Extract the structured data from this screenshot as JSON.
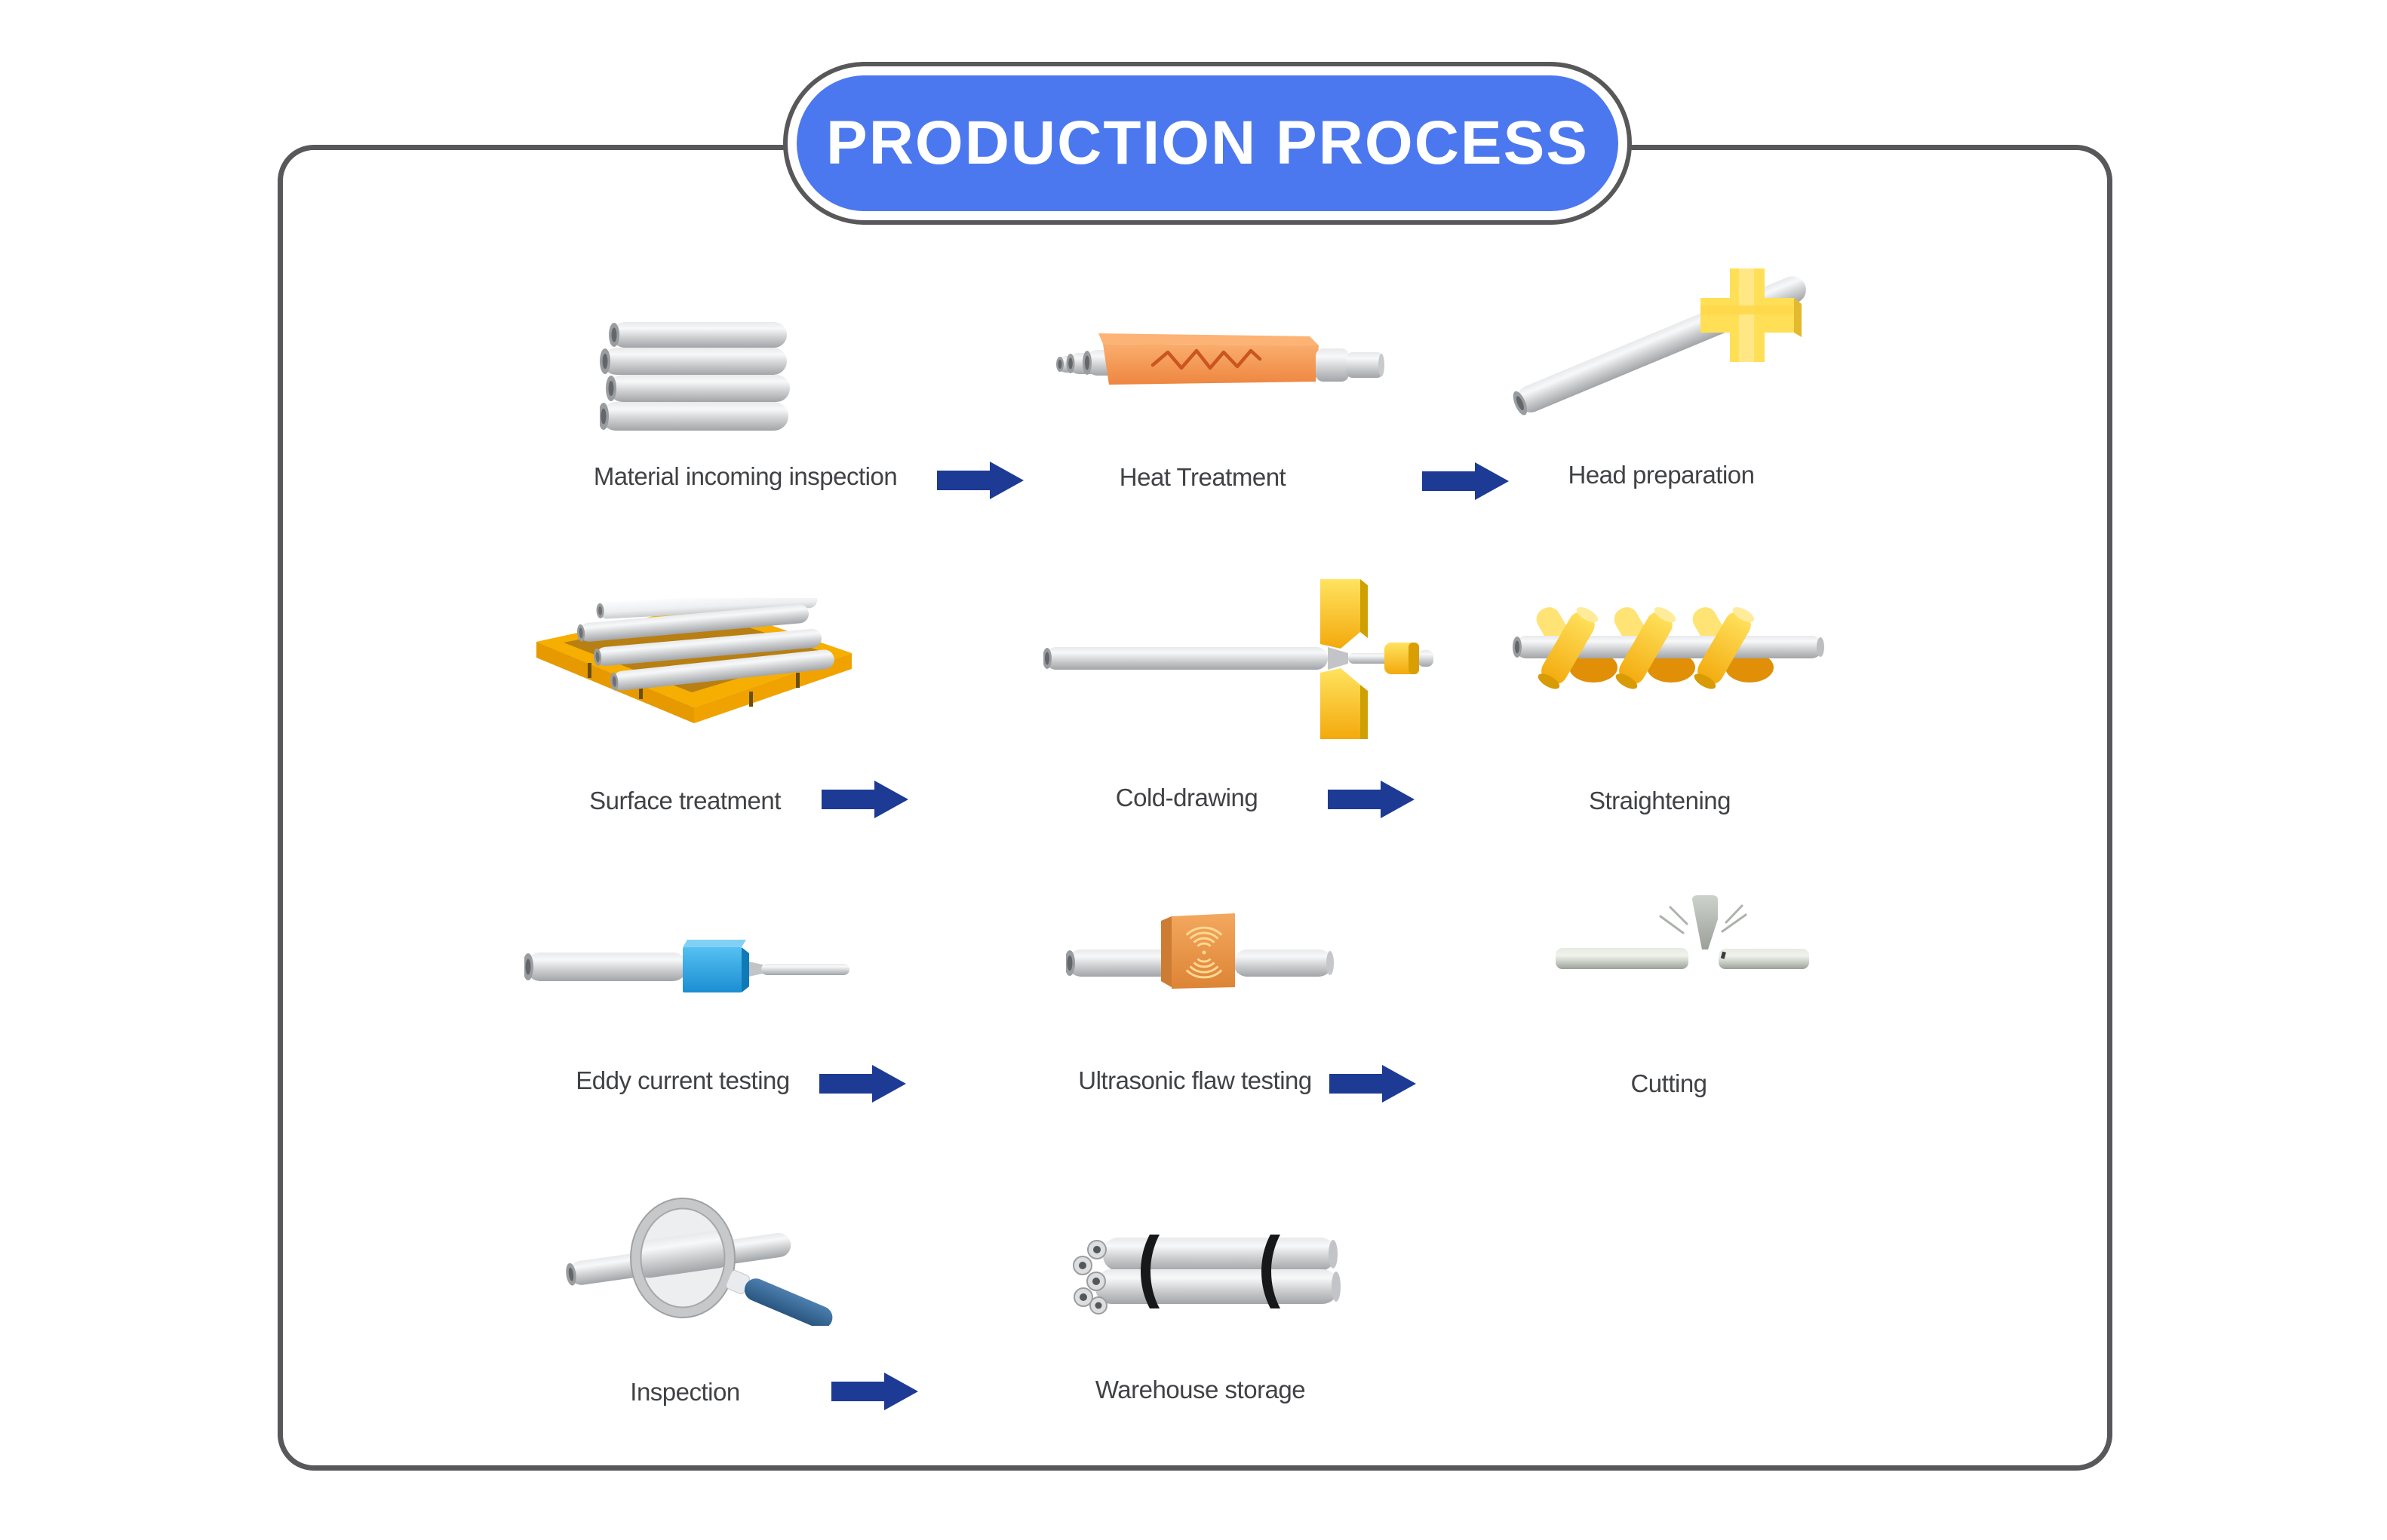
{
  "title": "PRODUCTION PROCESS",
  "steps": [
    {
      "label": "Material incoming inspection",
      "icon": "tube-stack-icon"
    },
    {
      "label": "Heat Treatment",
      "icon": "heating-furnace-icon"
    },
    {
      "label": "Head preparation",
      "icon": "tube-cross-die-icon"
    },
    {
      "label": "Surface treatment",
      "icon": "pickling-tray-icon"
    },
    {
      "label": "Cold-drawing",
      "icon": "drawing-die-icon"
    },
    {
      "label": "Straightening",
      "icon": "straightening-rollers-icon"
    },
    {
      "label": "Eddy current testing",
      "icon": "eddy-current-probe-icon"
    },
    {
      "label": "Ultrasonic flaw testing",
      "icon": "ultrasonic-probe-icon"
    },
    {
      "label": "Cutting",
      "icon": "cutting-blade-icon"
    },
    {
      "label": "Inspection",
      "icon": "magnifier-icon"
    },
    {
      "label": "Warehouse storage",
      "icon": "tube-bundle-icon"
    }
  ],
  "colors": {
    "title_pill_blue": "#4c78ef",
    "flow_arrow_navy": "#1d3b94",
    "frame_border_gray": "#58585a",
    "label_text_gray": "#404245",
    "machine_yellow": "#f6ac00",
    "furnace_orange": "#f0914b",
    "probe_blue": "#2ba7e8",
    "ultrasonic_orange": "#e89a4e",
    "tube_gray": "#c9cbcd",
    "magnifier_handle_blue": "#3a6b9e"
  }
}
